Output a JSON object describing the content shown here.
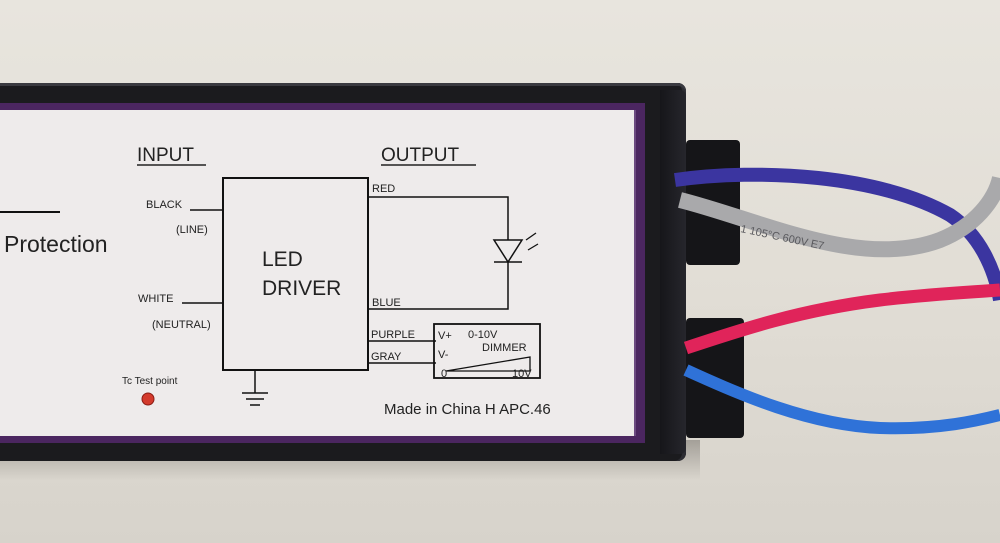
{
  "label": {
    "input_heading": "INPUT",
    "output_heading": "OUTPUT",
    "protection": "Protection",
    "black": "BLACK",
    "line": "(LINE)",
    "white": "WHITE",
    "neutral": "(NEUTRAL)",
    "driver_line1": "LED",
    "driver_line2": "DRIVER",
    "red": "RED",
    "blue": "BLUE",
    "purple": "PURPLE",
    "gray": "GRAY",
    "v_plus": "V+",
    "v_minus": "V-",
    "range": "0-10V",
    "dimmer": "DIMMER",
    "zero": "0",
    "ten_v": "10V",
    "tc_test_point": "Tc Test point",
    "made_in": "Made in China H APC.46"
  },
  "cable": {
    "print": "1 105°C 600V E7"
  },
  "colors": {
    "housing": "#1b1b1e",
    "label_border": "#4b2660",
    "wire_blue_dark": "#3b35a0",
    "wire_gray": "#a9a9ab",
    "wire_red": "#e0245a",
    "wire_blue": "#2f72d8",
    "test_point": "#d33a2c"
  }
}
